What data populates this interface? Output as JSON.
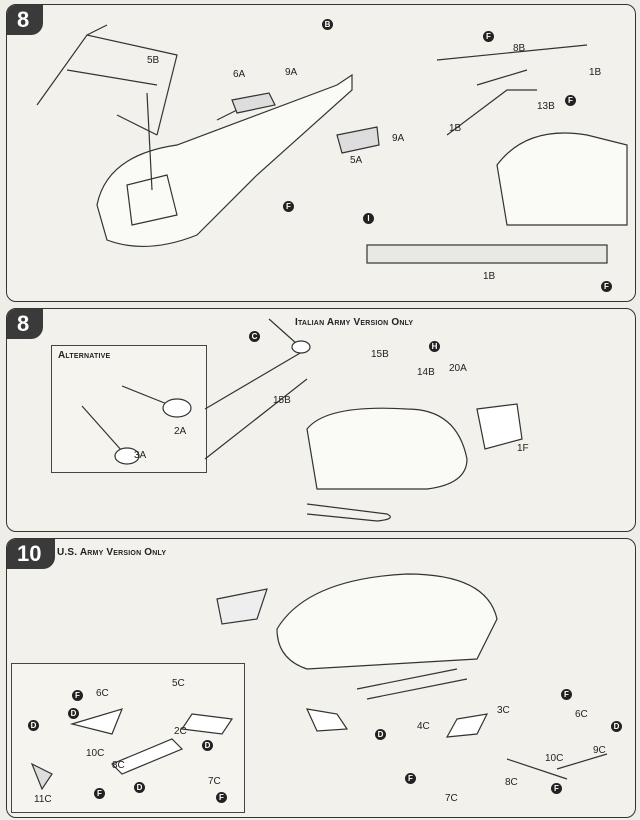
{
  "steps": [
    {
      "number": "8",
      "labels": {
        "p5b": "5B",
        "p6a": "6A",
        "p9a_1": "9A",
        "p9a_2": "9A",
        "p5a": "5A",
        "p8b": "8B",
        "p1b_1": "1B",
        "p1b_2": "1B",
        "p1b_3": "1B",
        "p13b": "13B"
      },
      "markers": {
        "m_b": "B",
        "m_f1": "F",
        "m_f2": "F",
        "m_f3": "F",
        "m_f4": "F",
        "m_i": "I"
      }
    },
    {
      "number": "8",
      "title": "Italian Army Version Only",
      "alternative_title": "Alternative",
      "labels": {
        "p15b_1": "15B",
        "p15b_2": "15B",
        "p14b": "14B",
        "p20a": "20A",
        "p1f": "1F",
        "p2a": "2A",
        "p3a": "3A"
      },
      "markers": {
        "m_c": "C",
        "m_h": "H"
      }
    },
    {
      "number": "10",
      "title": "U.S. Army Version Only",
      "labels": {
        "l5c": "5C",
        "l6c": "6C",
        "l2c": "2C",
        "l10c": "10C",
        "l8c": "8C",
        "l7c": "7C",
        "l11c": "11C",
        "r4c": "4C",
        "r3c": "3C",
        "r6c": "6C",
        "r9c": "9C",
        "r10c": "10C",
        "r8c": "8C",
        "r7c": "7C"
      },
      "markers": {
        "lf1": "F",
        "ld1": "D",
        "ld2": "D",
        "ld3": "D",
        "ld4": "D",
        "lf2": "F",
        "lf3": "F",
        "rd1": "D",
        "rf1": "F",
        "rd2": "D",
        "rf2": "F",
        "rf3": "F"
      }
    }
  ]
}
